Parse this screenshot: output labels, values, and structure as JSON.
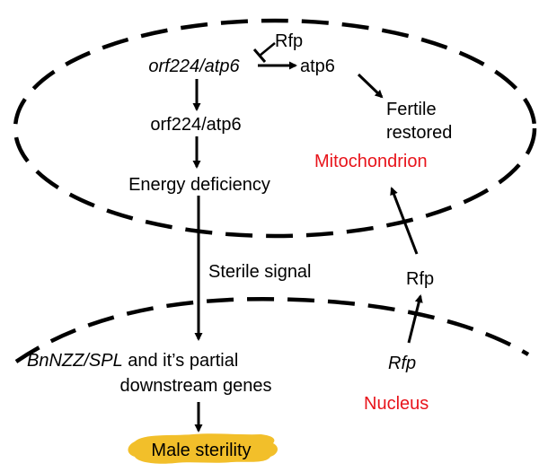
{
  "labels": {
    "orf224_atp6_gene": "orf224/atp6",
    "rfp_protein_top": "Rfp",
    "atp6": "atp6",
    "fertile_line1": "Fertile",
    "fertile_line2": "restored",
    "orf224_atp6_protein": "orf224/atp6",
    "mitochondrion": "Mitochondrion",
    "energy_deficiency": "Energy deficiency",
    "sterile_signal": "Sterile signal",
    "rfp_protein_mid": "Rfp",
    "bnnzz_spl": "BnNZZ/SPL",
    "bnnzz_rest_line1": " and it’s partial",
    "bnnzz_line2": "downstream genes",
    "rfp_gene": "Rfp",
    "nucleus": "Nucleus",
    "male_sterility": "Male sterility"
  },
  "colors": {
    "compartment_label": "#e8141b",
    "male_sterility_fill": "#f2bf2a",
    "line": "#000000"
  }
}
